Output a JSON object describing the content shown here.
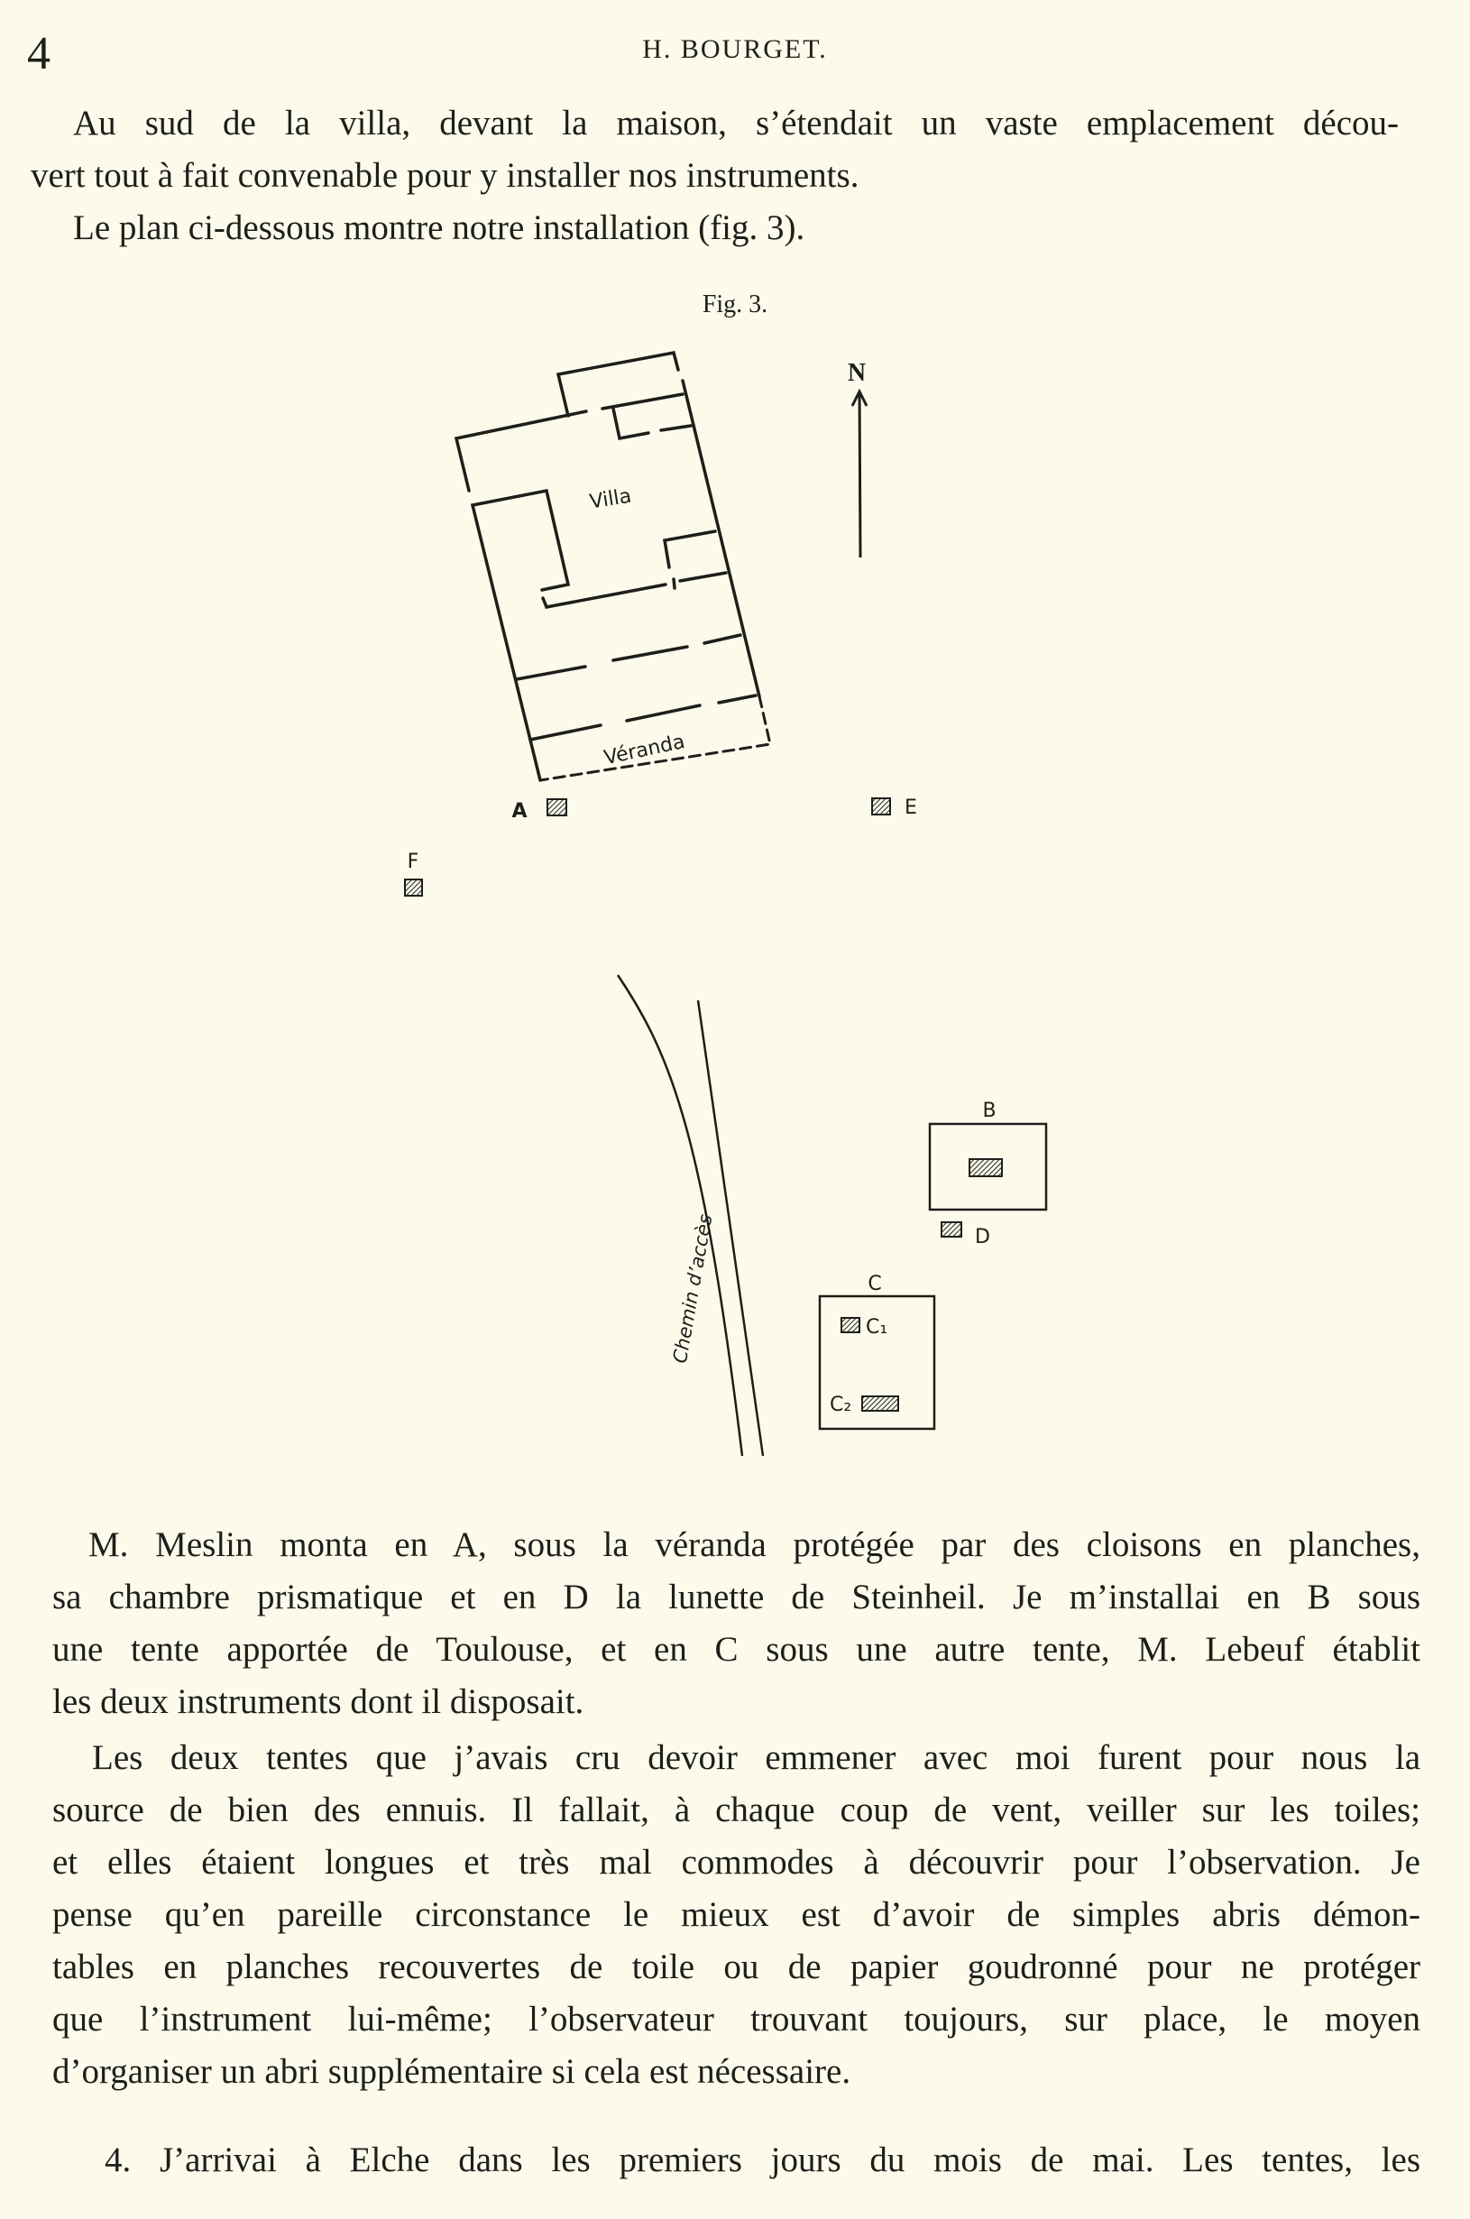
{
  "header": {
    "page_number": "4",
    "running_title": "H. BOURGET."
  },
  "intro": {
    "lines": [
      "Au sud de la villa, devant la maison, s’étendait un vaste emplacement décou-",
      "vert tout à fait convenable pour y installer nos instruments.",
      "Le plan ci-dessous montre notre installation (fig. 3)."
    ]
  },
  "figure": {
    "caption": "Fig. 3.",
    "labels": {
      "north": "N",
      "villa": "Villa",
      "veranda": "Véranda",
      "a": "A",
      "b": "B",
      "c": "C",
      "c1": "C₁",
      "c2": "C₂",
      "d": "D",
      "e": "E",
      "f": "F",
      "road": "Chemin d’accès"
    }
  },
  "body": {
    "para1": [
      "M. Meslin monta en A, sous la véranda protégée par des cloisons en planches,",
      "sa chambre prismatique et en D la lunette de Steinheil. Je m’installai en B sous",
      "une tente apportée de Toulouse, et en C sous une autre tente, M. Lebeuf établit",
      "les deux instruments dont il disposait."
    ],
    "para2": [
      "Les deux tentes que j’avais cru devoir emmener avec moi furent pour nous la",
      "source de bien des ennuis. Il fallait, à chaque coup de vent, veiller sur les toiles;",
      "et elles étaient longues et très mal commodes à découvrir pour l’observation. Je",
      "pense qu’en pareille circonstance le mieux est d’avoir de simples abris démon-",
      "tables en planches recouvertes de toile ou de papier goudronné pour ne protéger",
      "que l’instrument lui-même; l’observateur trouvant toujours, sur place, le moyen",
      "d’organiser un abri supplémentaire si cela est nécessaire."
    ],
    "para3": [
      "4. J’arrivai à Elche dans les premiers jours du mois de mai. Les tentes, les"
    ]
  }
}
